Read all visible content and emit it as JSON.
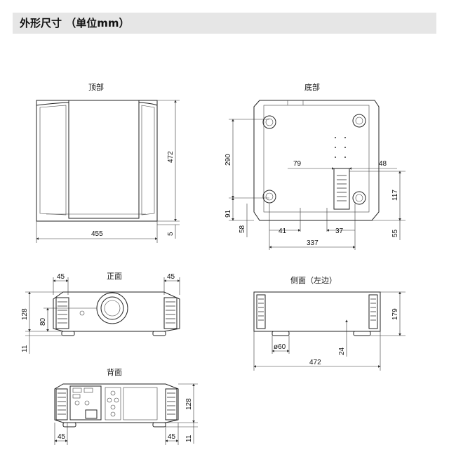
{
  "header": {
    "title": "外形尺寸 （单位mm）"
  },
  "views": {
    "top": {
      "title": "顶部",
      "dims": {
        "width": "455",
        "depth": "472",
        "foot": "5"
      }
    },
    "bottom": {
      "title": "底部",
      "dims": {
        "d290": "290",
        "d91": "91",
        "d58": "58",
        "d79": "79",
        "d48": "48",
        "d117": "117",
        "d55": "55",
        "d41": "41",
        "d37": "37",
        "d337": "337"
      }
    },
    "front": {
      "title": "正面",
      "dims": {
        "left45": "45",
        "right45": "45",
        "h128": "128",
        "h80": "80",
        "h11": "11"
      }
    },
    "side": {
      "title": "侧面（左边）",
      "dims": {
        "h179": "179",
        "dia60": "ø60",
        "h24": "24",
        "len472": "472"
      }
    },
    "back": {
      "title": "背面",
      "dims": {
        "h128": "128",
        "h11": "11",
        "left45": "45",
        "right45": "45"
      }
    }
  }
}
